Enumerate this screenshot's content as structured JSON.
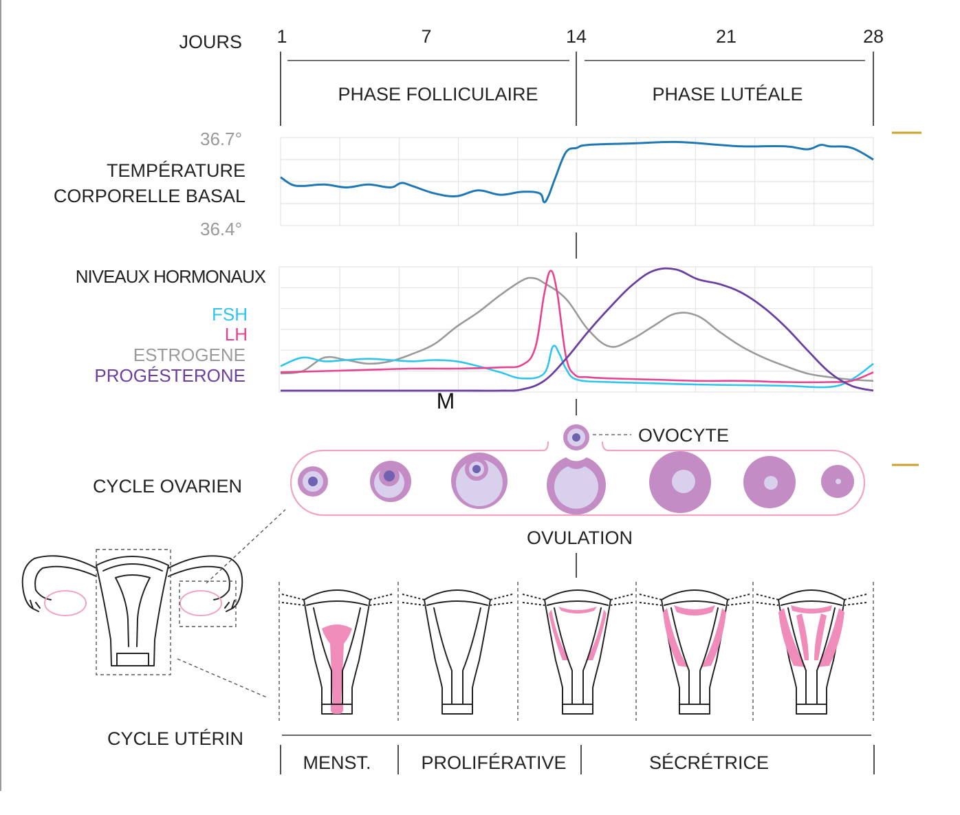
{
  "labels": {
    "days_title": "JOURS",
    "day_ticks": [
      "1",
      "7",
      "14",
      "21",
      "28"
    ],
    "phase_follicular": "PHASE FOLLICULAIRE",
    "phase_luteal": "PHASE LUTÉALE",
    "temp_high": "36.7°",
    "temp_title_1": "TEMPÉRATURE",
    "temp_title_2": "CORPORELLE BASAL",
    "temp_low": "36.4°",
    "hormone_title": "NIVEAUX HORMONAUX",
    "legend": [
      {
        "name": "FSH",
        "color": "#2ec4ee"
      },
      {
        "name": "LH",
        "color": "#e8418f"
      },
      {
        "name": "ESTROGENE",
        "color": "#9a9a9a"
      },
      {
        "name": "PROGÉSTERONE",
        "color": "#6a3fa0"
      }
    ],
    "marker_m": "M",
    "oocyte": "OVOCYTE",
    "ovarian_cycle": "CYCLE OVARIEN",
    "ovulation": "OVULATION",
    "uterine_cycle": "CYCLE UTÉRIN",
    "uterine_phases": [
      "MENST.",
      "PROLIFÉRATIVE",
      "SÉCRÉTRICE"
    ]
  },
  "colors": {
    "temperature_line": "#1f78b4",
    "fsh": "#2ec4ee",
    "lh": "#e8418f",
    "estrogen": "#9a9a9a",
    "progesterone": "#6a3fa0",
    "follicle_outer": "#c48cc4",
    "follicle_inner": "#d8d0ec",
    "follicle_nucleus": "#6f63b0",
    "ovary_outline": "#f2a3c3",
    "endometrium": "#f08cba",
    "side_marker": "#c9a227"
  },
  "chart_data": {
    "type": "line",
    "x_range": [
      1,
      28
    ],
    "temperature": {
      "ylim": [
        36.4,
        36.7
      ],
      "x": [
        1,
        1.5,
        2,
        3,
        4,
        5,
        6,
        6.5,
        7,
        8,
        9,
        10,
        11,
        12,
        12.8,
        13,
        13.2,
        13.5,
        14,
        14.5,
        15,
        17,
        19,
        21,
        22,
        24,
        25,
        25.6,
        26,
        27,
        28
      ],
      "y": [
        36.565,
        36.54,
        36.535,
        36.54,
        36.53,
        36.54,
        36.53,
        36.545,
        36.535,
        36.51,
        36.5,
        36.52,
        36.505,
        36.515,
        36.51,
        36.48,
        36.5,
        36.56,
        36.65,
        36.665,
        36.675,
        36.68,
        36.685,
        36.675,
        36.67,
        36.67,
        36.66,
        36.675,
        36.67,
        36.665,
        36.625
      ]
    },
    "hormones": {
      "ylim": [
        0,
        100
      ],
      "series": [
        {
          "name": "FSH",
          "x": [
            1,
            2,
            3,
            4,
            5,
            6,
            7,
            8,
            9,
            10,
            11,
            12,
            13,
            13.4,
            13.7,
            14,
            14.5,
            16,
            18,
            20,
            22,
            24,
            26,
            27,
            28
          ],
          "y": [
            20,
            27,
            24,
            25,
            26,
            25,
            24,
            25,
            24,
            20,
            15,
            10,
            14,
            36,
            30,
            18,
            9,
            7,
            6,
            5,
            4.5,
            4,
            3,
            9,
            22
          ]
        },
        {
          "name": "LH",
          "x": [
            1,
            3,
            5,
            7,
            9,
            11,
            12,
            12.6,
            13,
            13.3,
            13.6,
            14,
            14.4,
            15,
            16,
            18,
            20,
            22,
            24,
            26,
            27,
            28
          ],
          "y": [
            15,
            16,
            17,
            18,
            18,
            19,
            21,
            35,
            78,
            98,
            80,
            28,
            13,
            11,
            10,
            9,
            8,
            8,
            7,
            7,
            8,
            15
          ]
        },
        {
          "name": "ESTROGENE",
          "x": [
            1,
            2,
            3,
            4,
            5,
            6,
            7,
            8,
            9,
            10,
            11,
            12,
            12.5,
            13,
            14,
            15,
            16,
            17,
            18,
            19,
            20,
            21,
            22,
            23,
            24,
            25,
            26,
            27,
            28
          ],
          "y": [
            14,
            16,
            27,
            25,
            22,
            24,
            30,
            38,
            52,
            64,
            78,
            90,
            92,
            88,
            75,
            50,
            36,
            42,
            53,
            63,
            61,
            48,
            36,
            27,
            20,
            14,
            11,
            9,
            8
          ]
        },
        {
          "name": "PROGÉSTERONE",
          "x": [
            1,
            5,
            9,
            11,
            12,
            13,
            14,
            15,
            16,
            17,
            18,
            19,
            20,
            21,
            22,
            23,
            24,
            25,
            26,
            27,
            28
          ],
          "y": [
            0,
            0,
            0,
            0,
            1,
            8,
            26,
            48,
            68,
            86,
            98,
            99,
            91,
            87,
            80,
            68,
            52,
            33,
            15,
            4,
            0
          ]
        }
      ]
    }
  }
}
